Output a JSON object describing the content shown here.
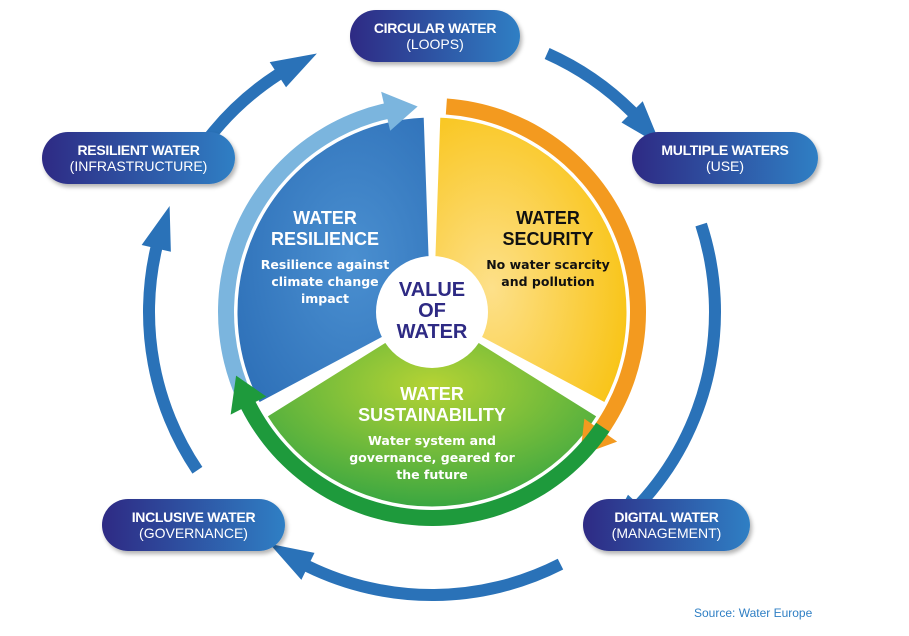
{
  "center": {
    "line1": "VALUE",
    "line2": "OF",
    "line3": "WATER"
  },
  "segments": {
    "resilience": {
      "title1": "WATER",
      "title2": "RESILIENCE",
      "desc": "Resilience against climate change impact",
      "color": "#3277c0",
      "arrow_color": "#7bb5de"
    },
    "security": {
      "title1": "WATER",
      "title2": "SECURITY",
      "desc": "No water scarcity and pollution",
      "color": "#fbc52a",
      "arrow_color": "#f39a1f"
    },
    "sustainability": {
      "title1": "WATER",
      "title2": "SUSTAINABILITY",
      "desc": "Water system and governance, geared for the future",
      "color": "#6dbb3a",
      "arrow_color": "#1e9a3c"
    }
  },
  "pills": {
    "circular": {
      "title": "CIRCULAR WATER",
      "sub": "(LOOPS)"
    },
    "resilient": {
      "title": "RESILIENT WATER",
      "sub": "(INFRASTRUCTURE)"
    },
    "multiple": {
      "title": "MULTIPLE WATERS",
      "sub": "(USE)"
    },
    "inclusive": {
      "title": "INCLUSIVE WATER",
      "sub": "(GOVERNANCE)"
    },
    "digital": {
      "title": "DIGITAL WATER",
      "sub": "(MANAGEMENT)"
    }
  },
  "cycle_arrow_color": "#2a72b8",
  "source": "Source: Water Europe"
}
